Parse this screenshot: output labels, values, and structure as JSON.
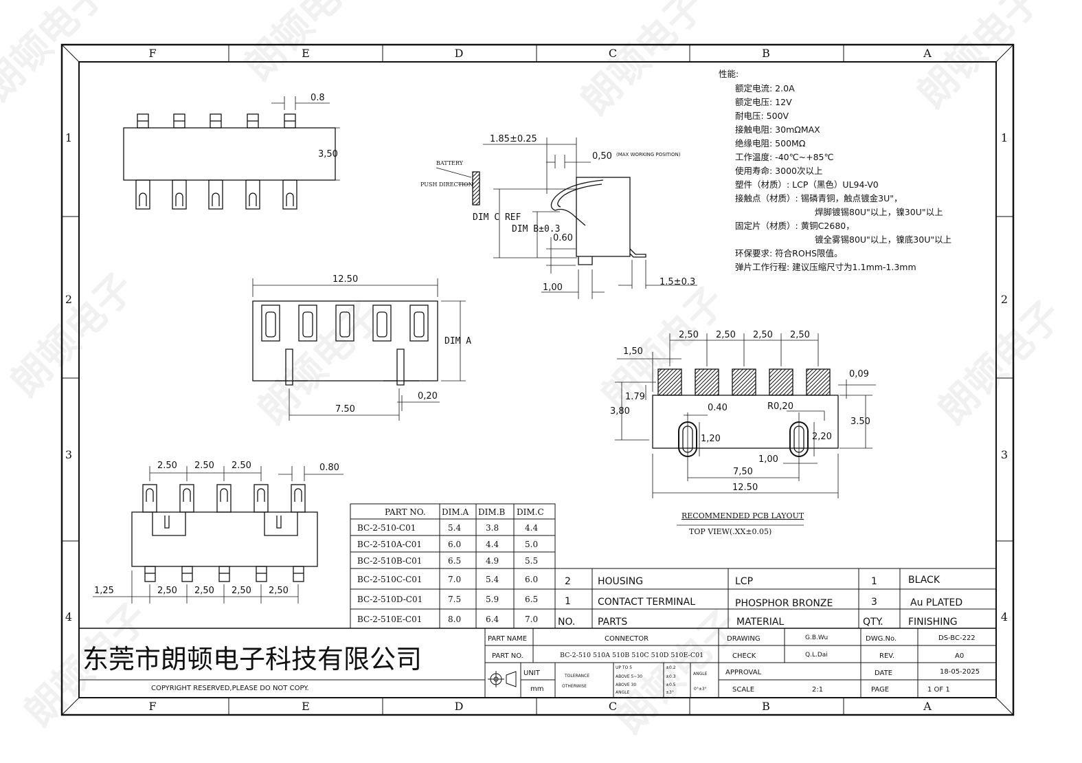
{
  "zones": {
    "columns": [
      "F",
      "E",
      "D",
      "C",
      "B",
      "A"
    ],
    "rows": [
      "1",
      "2",
      "3",
      "4"
    ]
  },
  "watermark": "朗顿电子",
  "specs": {
    "title": "性能:",
    "lines": [
      "额定电流: 2.0A",
      "额定电压: 12V",
      "耐电压: 500V",
      "接触电阻: 30mΩMAX",
      "绝缘电阻: 500MΩ",
      "工作温度: -40℃~+85℃",
      "使用寿命: 3000次以上",
      "塑件（材质）: LCP（黑色）UL94-V0",
      "接触点（材质）: 锡磷青铜，触点镀金3U\"，",
      "焊脚镀锡80U\"以上，镍30U\"以上",
      "固定片（材质）: 黄铜C2680，",
      "镀全雾锡80U\"以上，镍底30U\"以上",
      "环保要求: 符合ROHS限值。",
      "弹片工作行程: 建议压缩尺寸为1.1mm-1.3mm"
    ]
  },
  "dims": {
    "top_view": {
      "pin_width": "0.8",
      "body_height": "3,50"
    },
    "side_view": {
      "d1": "1.85±0.25",
      "d2": "0,50",
      "d2_note": "(MAX WORKING POSITION)",
      "battery": "BATTERY",
      "push_direction": "PUSH DIRECTION",
      "dim_c": "DIM C REF",
      "dim_b": "DIM B±0.3",
      "d3": "0.60",
      "d4": "1,00",
      "d5": "1.5±0.3"
    },
    "front_view": {
      "length": "12.50",
      "dim_a": "DIM A",
      "d1": "0,20",
      "d2": "7.50"
    },
    "bottom_view": {
      "pitch": [
        "2.50",
        "2.50",
        "2.50"
      ],
      "pin_width": "0.80",
      "offset": "1,25",
      "pitch_bottom": [
        "2,50",
        "2,50",
        "2,50",
        "2,50"
      ]
    },
    "pcb": {
      "pitch": [
        "2,50",
        "2,50",
        "2,50",
        "2,50"
      ],
      "edge": "1,50",
      "d009": "0,09",
      "d179": "1.79",
      "d380": "3,80",
      "d040": "0.40",
      "r020": "R0,20",
      "d350": "3.50",
      "d120": "1,20",
      "d220": "2,20",
      "d100": "1,00",
      "d750": "7,50",
      "d1250": "12.50",
      "label1": "RECOMMENDED PCB LAYOUT",
      "label2": "TOP VIEW(.XX±0.05)"
    }
  },
  "part_table": {
    "headers": [
      "PART NO.",
      "DIM.A",
      "DIM.B",
      "DIM.C"
    ],
    "rows": [
      [
        "BC-2-510-C01",
        "5.4",
        "3.8",
        "4.4"
      ],
      [
        "BC-2-510A-C01",
        "6.0",
        "4.4",
        "5.0"
      ],
      [
        "BC-2-510B-C01",
        "6.5",
        "4.9",
        "5.5"
      ],
      [
        "BC-2-510C-C01",
        "7.0",
        "5.4",
        "6.0"
      ],
      [
        "BC-2-510D-C01",
        "7.5",
        "5.9",
        "6.5"
      ],
      [
        "BC-2-510E-C01",
        "8.0",
        "6.4",
        "7.0"
      ]
    ]
  },
  "bom": {
    "rows": [
      {
        "no": "2",
        "part": "HOUSING",
        "material": "LCP",
        "qty": "1",
        "finishing": "BLACK"
      },
      {
        "no": "1",
        "part": "CONTACT TERMINAL",
        "material": "PHOSPHOR BRONZE",
        "qty": "3",
        "finishing": "Au PLATED"
      }
    ],
    "header": {
      "no": "NO.",
      "part": "PARTS",
      "material": "MATERIAL",
      "qty": "QTY.",
      "finishing": "FINISHING"
    }
  },
  "title_block": {
    "company": "东莞市朗顿电子科技有限公司",
    "copyright": "COPYRIGHT RESERVED,PLEASE DO NOT COPY.",
    "part_name_label": "PART NAME",
    "part_name": "CONNECTOR",
    "part_no_label": "PART NO.",
    "part_no": "BC-2-510 510A 510B 510C 510D 510E-C01",
    "unit_label": "UNIT",
    "unit": "mm",
    "tol_label": "TOLERANCE",
    "otherwise": "OTHERWISE",
    "tol1": "UP TO 5",
    "tol1v": "±0.2",
    "tol2": "ABOVE 5~30",
    "tol2v": "±0.3",
    "tol3": "ABOVE 30",
    "tol3v": "±0.5",
    "angle": "ANGLE",
    "anglev": "±3°",
    "angle_label": "ANGLE",
    "angle_val": "0°±3°",
    "drawing_label": "DRAWING",
    "drawing": "G.B.Wu",
    "check_label": "CHECK",
    "check": "Q.L.Dai",
    "approval_label": "APPROVAL",
    "scale_label": "SCALE",
    "scale": "2:1",
    "dwg_label": "DWG.No.",
    "dwg": "DS-BC-222",
    "rev_label": "REV.",
    "rev": "A0",
    "date_label": "DATE",
    "date": "18-05-2025",
    "page_label": "PAGE",
    "page": "1 OF 1"
  }
}
